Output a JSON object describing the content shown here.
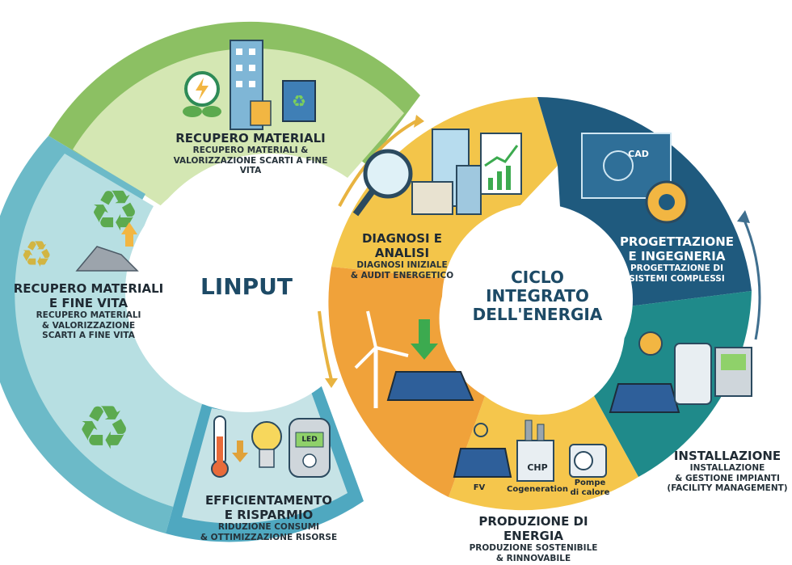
{
  "left_cycle": {
    "center_title": "LINPUT",
    "segments": [
      {
        "title": "RECUPERO MATERIALI",
        "subtitle_1": "RECUPERO MATERIALI &",
        "subtitle_2": "VALORIZZAZIONE SCARTI A FINE VITA"
      },
      {
        "title_1": "RECUPERO MATERIALI",
        "title_2": "E FINE VITA",
        "subtitle_1": "RECUPERO MATERIALI",
        "subtitle_2": "& VALORIZZAZIONE",
        "subtitle_3": "SCARTI A FINE VITA"
      },
      {
        "title_1": "EFFICIENTAMENTO",
        "title_2": "E RISPARMIO",
        "subtitle_1": "RIDUZIONE CONSUMI",
        "subtitle_2": "& OTTIMIZZAZIONE RISORSE"
      }
    ]
  },
  "right_cycle": {
    "center_title_1": "CICLO",
    "center_title_2": "INTEGRATO",
    "center_title_3": "DELL'ENERGIA",
    "segments": [
      {
        "title": "DIAGNOSI E ANALISI",
        "subtitle_1": "DIAGNOSI INIZIALE",
        "subtitle_2": "& AUDIT ENERGETICO"
      },
      {
        "title_1": "PROGETTAZIONE",
        "title_2": "E INGEGNERIA",
        "subtitle_1": "PROGETTAZIONE DI",
        "subtitle_2": "SISTEMI COMPLESSI",
        "badge": "CAD"
      },
      {
        "title": "INSTALLAZIONE",
        "subtitle_1": "INSTALLAZIONE",
        "subtitle_2": "& GESTIONE IMPIANTI",
        "subtitle_3": "(FACILITY MANAGEMENT)"
      },
      {
        "title": "PRODUZIONE DI ENERGIA",
        "subtitle_1": "PRODUZIONE SOSTENIBILE",
        "subtitle_2": "& RINNOVABILE",
        "items": [
          "FV",
          "Cogeneration",
          "Pompe",
          "di calore"
        ],
        "chp_label": "CHP"
      }
    ]
  },
  "misc_labels": {
    "led": "LED"
  },
  "colors": {
    "green": "#8cc063",
    "light_green": "#cfe3ad",
    "teal_light": "#9fd0d6",
    "teal": "#64b6c4",
    "yellow": "#f3c54a",
    "orange": "#f0a23a",
    "navy": "#1f5a7e",
    "dark_teal": "#1f8a8a",
    "title": "#1d4a66"
  }
}
